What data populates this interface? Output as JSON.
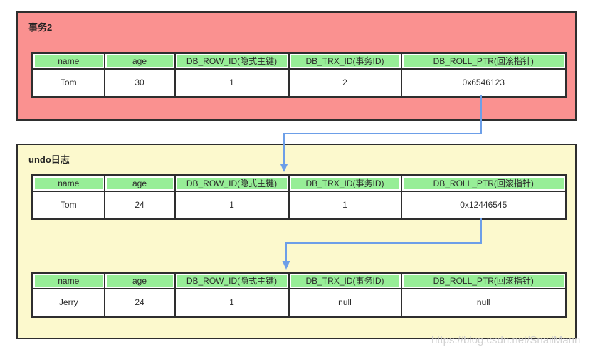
{
  "colors": {
    "canvas_bg": "#FFFFFF",
    "transaction_box_bg": "#FA9190",
    "undo_box_bg": "#FCF9CD",
    "header_bg": "#97EE97",
    "border": "#2E2E2E",
    "arrow": "#6D9FE8",
    "watermark_text": "#CBCBCB"
  },
  "table_headers": [
    "name",
    "age",
    "DB_ROW_ID(隐式主键)",
    "DB_TRX_ID(事务ID)",
    "DB_ROLL_PTR(回滚指针)"
  ],
  "transaction_box": {
    "title": "事务2",
    "row": [
      "Tom",
      "30",
      "1",
      "2",
      "0x6546123"
    ]
  },
  "undo_box": {
    "title": "undo日志",
    "rows": [
      [
        "Tom",
        "24",
        "1",
        "1",
        "0x12446545"
      ],
      [
        "Jerry",
        "24",
        "1",
        "null",
        "null"
      ]
    ]
  },
  "arrows": [
    {
      "from": "0x6546123",
      "to": "undo-log-record-1"
    },
    {
      "from": "0x12446545",
      "to": "undo-log-record-2"
    }
  ],
  "watermark": "https://blog.csdn.net/SnailMann"
}
